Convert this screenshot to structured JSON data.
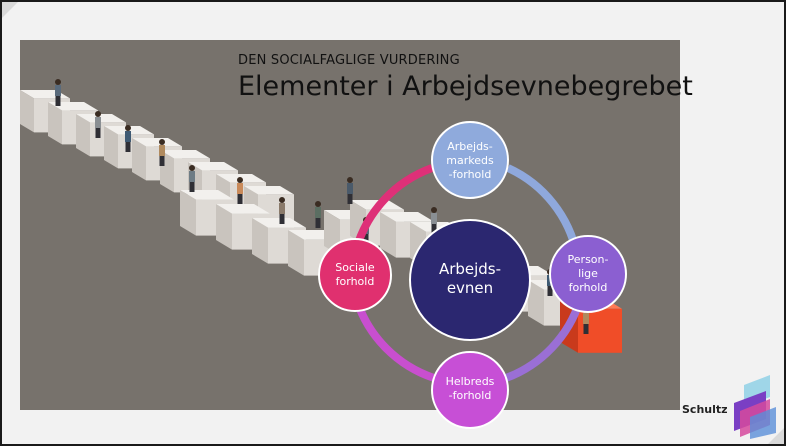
{
  "slide": {
    "subtitle": "DEN SOCIALFAGLIGE VURDERING",
    "title": "Elementer i Arbejdsevnebegrebet"
  },
  "diagram": {
    "center": {
      "line1": "Arbejds-",
      "line2": "evnen"
    },
    "nodes": {
      "top": {
        "line1": "Arbejds-",
        "line2": "markeds",
        "line3": "-forhold"
      },
      "right": {
        "line1": "Person-",
        "line2": "lige",
        "line3": "forhold"
      },
      "bottom": {
        "line1": "Helbreds",
        "line2": "-forhold"
      },
      "left": {
        "line1": "Sociale",
        "line2": "forhold"
      }
    }
  },
  "logo": {
    "text": "Schultz"
  },
  "colors": {
    "background": "#77726c",
    "center": "#2b2770",
    "top": "#8faadc",
    "right": "#8b5fd1",
    "bottom": "#c74fd6",
    "left": "#e0306f",
    "ring_top_right": "#8fa8dc",
    "ring_right_bottom": "#9a6fd5",
    "ring_bottom_left": "#c84fcf",
    "ring_left_top": "#de3078",
    "accent_block": "#f04d28"
  }
}
